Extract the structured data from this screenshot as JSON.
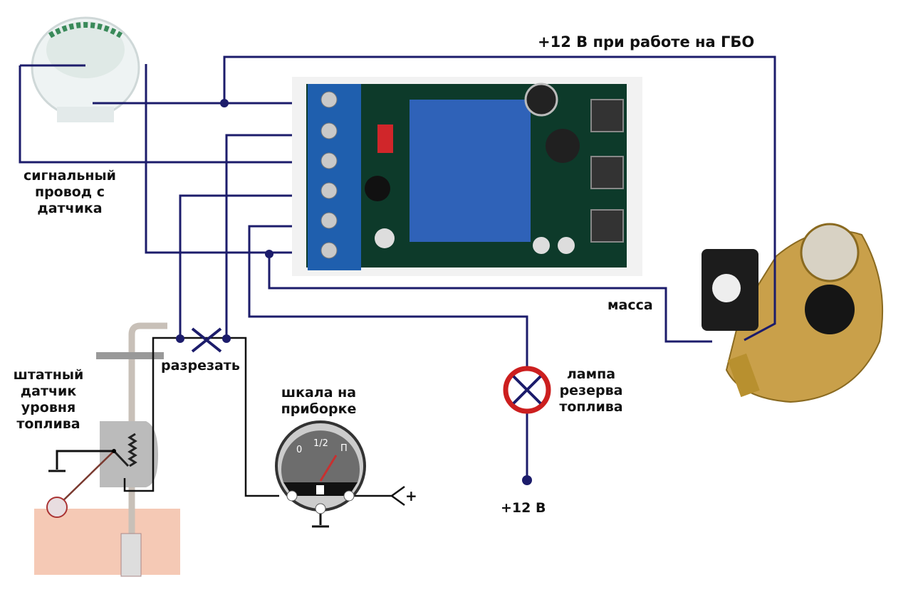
{
  "labels": {
    "gbo_power": "+12 В при работе на ГБО",
    "signal_wire": [
      "сигнальный",
      "провод с",
      "датчика"
    ],
    "ground": "масса",
    "cut": "разрезать",
    "stock_sensor": [
      "штатный",
      "датчик",
      "уровня",
      "топлива"
    ],
    "dash_gauge": [
      "шкала на",
      "приборке"
    ],
    "reserve_lamp": [
      "лампа",
      "резерва",
      "топлива"
    ],
    "plus12": "+12 В",
    "gauge_plus": "+"
  },
  "gauge": {
    "mark_empty": "0",
    "mark_half": "1/2",
    "mark_full": "П"
  },
  "colors": {
    "wire": "#1c1c6b",
    "relay_board": "#0d3a2a",
    "relay": "#2f62b8",
    "terminal_block": "#1f5fae",
    "brass": "#c9a04a",
    "tank": "#f5c9b5",
    "lamp_ring": "#cc1f1f"
  }
}
